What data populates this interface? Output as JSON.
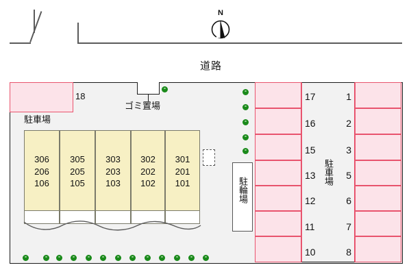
{
  "map": {
    "title": "apartment-site-plan",
    "compass": {
      "label": "N",
      "name": "north-compass"
    },
    "road_label": "道路",
    "labels": {
      "parking_left": "駐車場",
      "parking_center": "駐車場",
      "bicycle_parking": "駐輪場",
      "trash_area": "ゴミ置場",
      "stall_18": "18"
    },
    "colors": {
      "parking_fill": "#fce3e9",
      "parking_border": "#e8536d",
      "building_fill": "#f7f0c4",
      "building_border": "#7a7a6a",
      "site_fill": "#f2f2f2",
      "outline": "#1a1a1a",
      "tree_green": "#1a8a1a",
      "balcony_fill": "#ffffff"
    },
    "building": {
      "name": "apartment-building",
      "units": [
        {
          "floor3": "306",
          "floor2": "206",
          "floor1": "106"
        },
        {
          "floor3": "305",
          "floor2": "205",
          "floor1": "105"
        },
        {
          "floor3": "303",
          "floor2": "203",
          "floor1": "103"
        },
        {
          "floor3": "302",
          "floor2": "202",
          "floor1": "102"
        },
        {
          "floor3": "301",
          "floor2": "201",
          "floor1": "101"
        }
      ]
    },
    "parking_lane": {
      "left_column": [
        "17",
        "16",
        "15",
        "13",
        "12",
        "11",
        "10"
      ],
      "right_column": [
        "1",
        "2",
        "3",
        "5",
        "6",
        "7",
        "8"
      ]
    },
    "tree_rows": {
      "bottom_count": 13,
      "right_vertical_count": 5,
      "trash_corner_count": 1
    }
  }
}
